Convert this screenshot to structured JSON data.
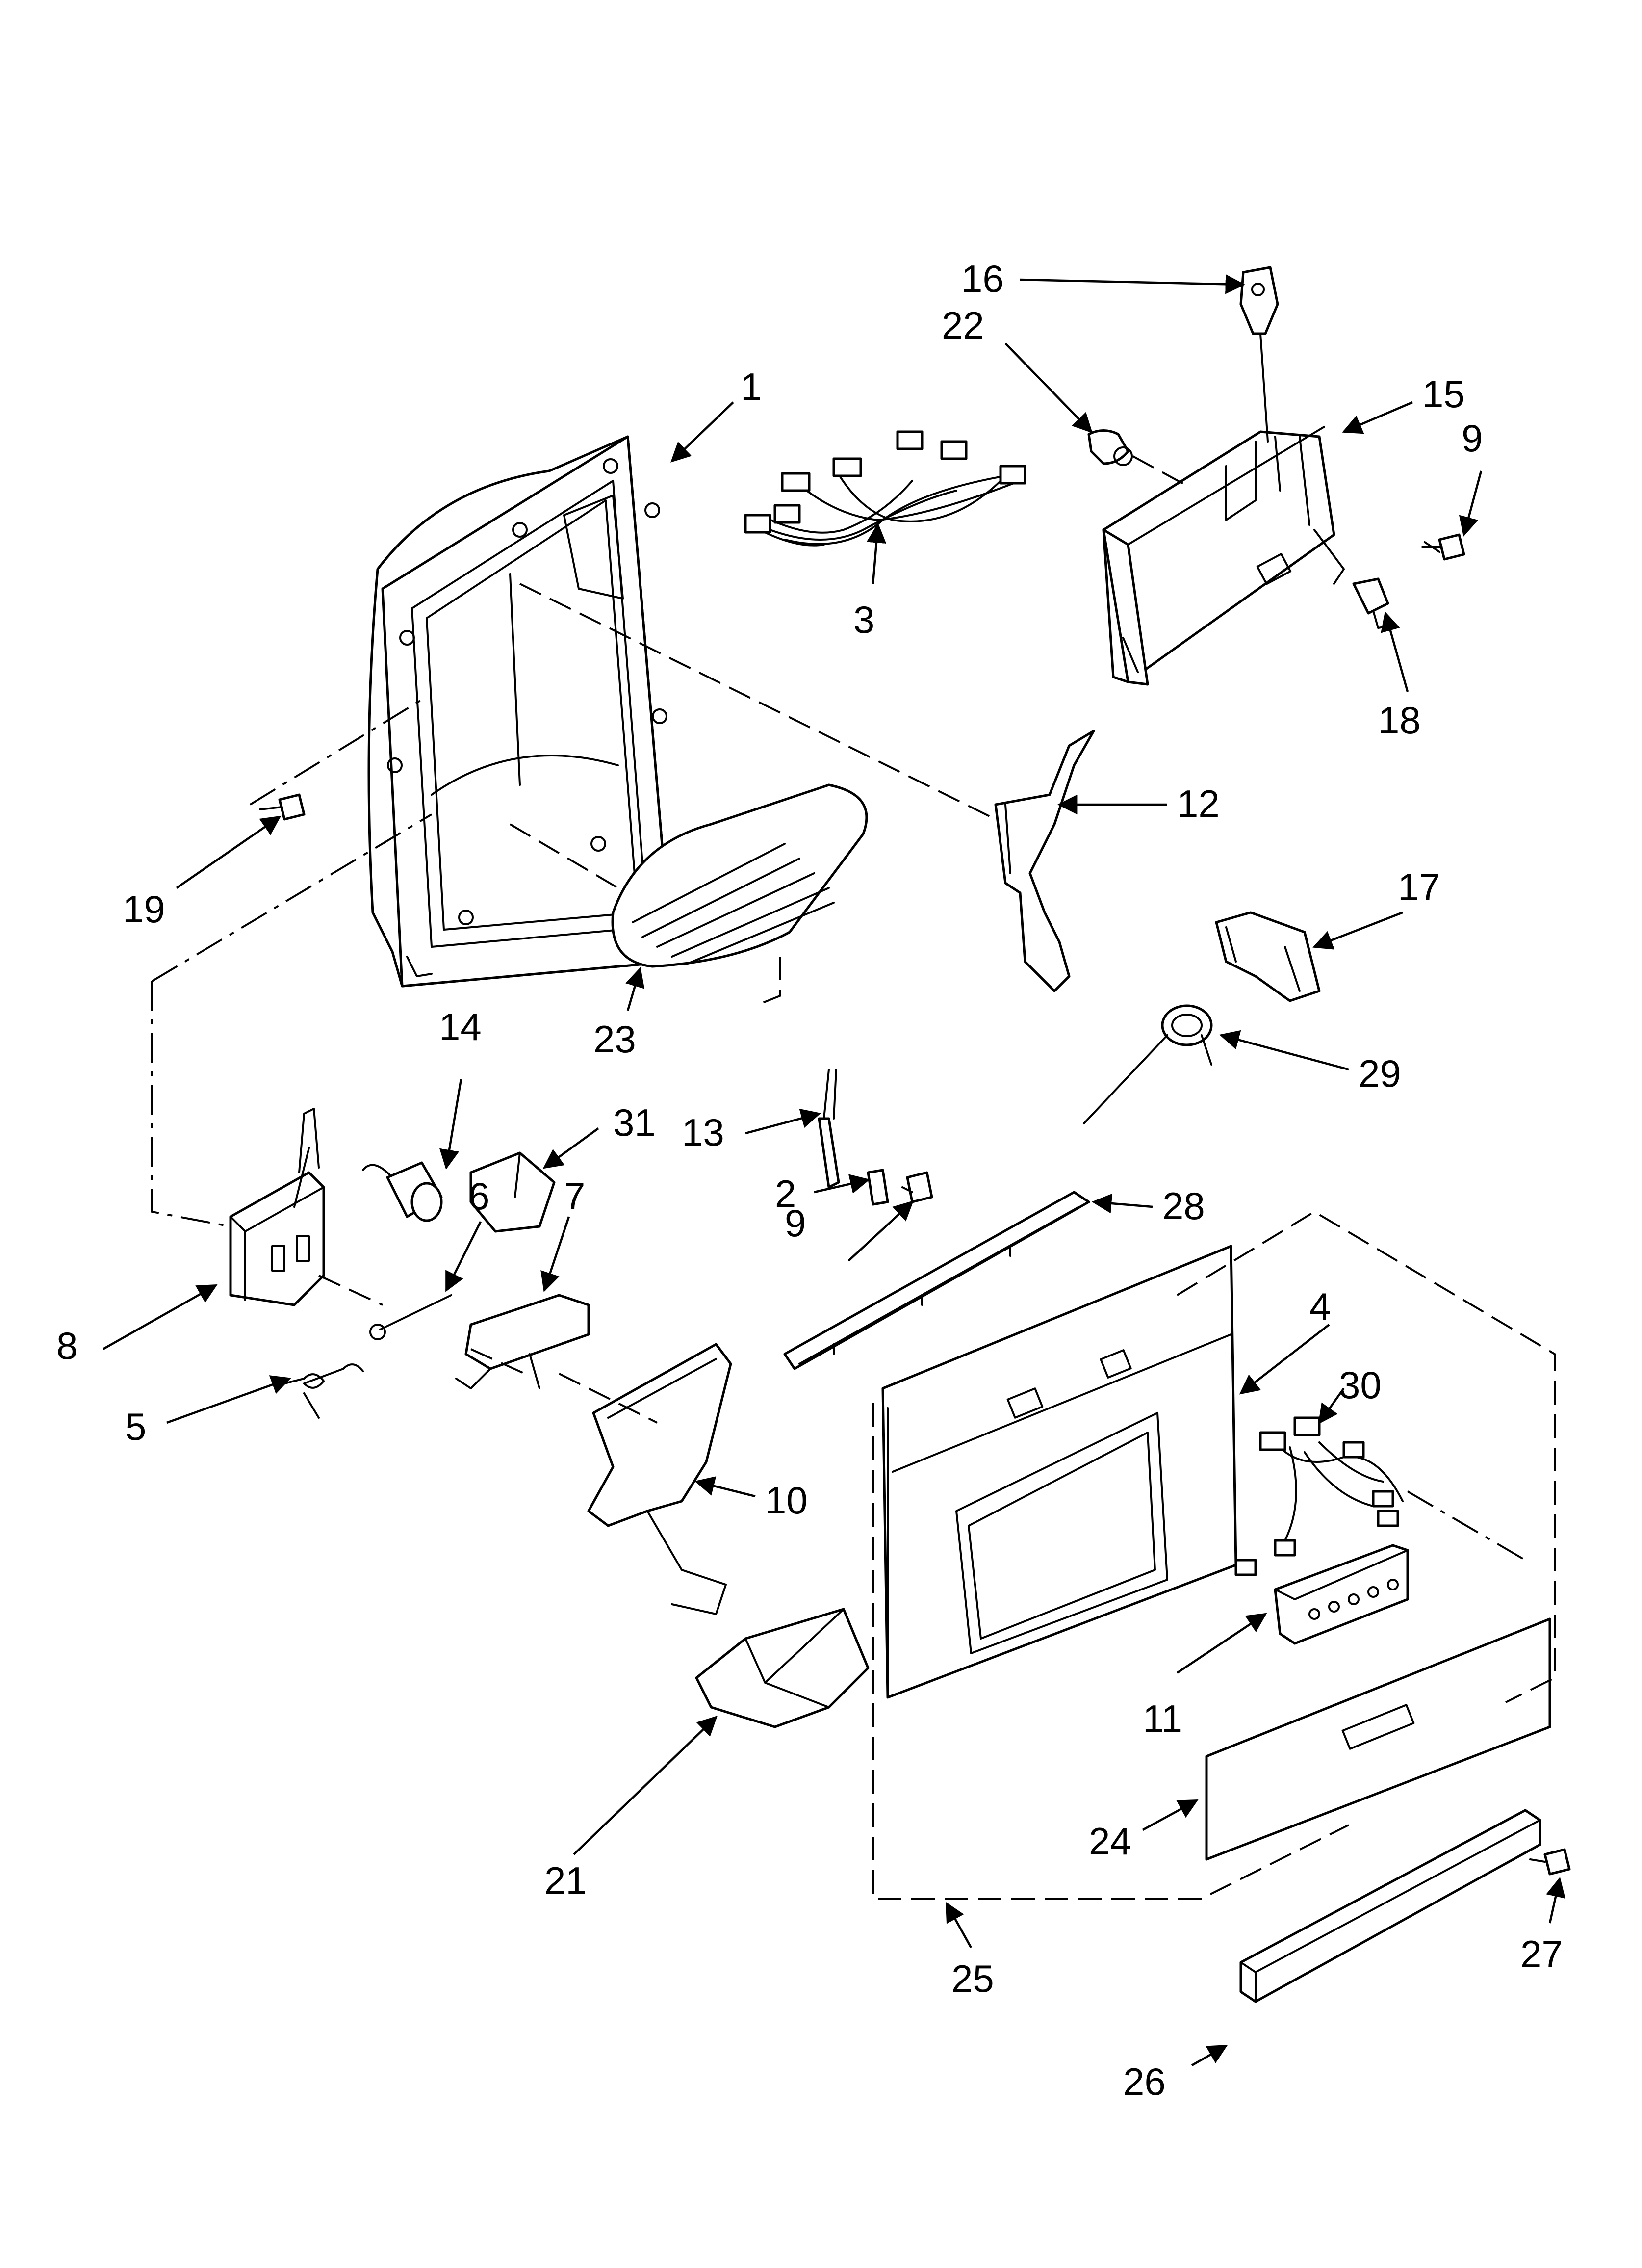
{
  "callouts": [
    {
      "id": "p1",
      "label": "1"
    },
    {
      "id": "p2",
      "label": "2"
    },
    {
      "id": "p3",
      "label": "3"
    },
    {
      "id": "p4",
      "label": "4"
    },
    {
      "id": "p5",
      "label": "5"
    },
    {
      "id": "p6",
      "label": "6"
    },
    {
      "id": "p7",
      "label": "7"
    },
    {
      "id": "p8",
      "label": "8"
    },
    {
      "id": "p9a",
      "label": "9"
    },
    {
      "id": "p9b",
      "label": "9"
    },
    {
      "id": "p10",
      "label": "10"
    },
    {
      "id": "p11",
      "label": "11"
    },
    {
      "id": "p12",
      "label": "12"
    },
    {
      "id": "p13",
      "label": "13"
    },
    {
      "id": "p14",
      "label": "14"
    },
    {
      "id": "p15",
      "label": "15"
    },
    {
      "id": "p16",
      "label": "16"
    },
    {
      "id": "p17",
      "label": "17"
    },
    {
      "id": "p18",
      "label": "18"
    },
    {
      "id": "p19",
      "label": "19"
    },
    {
      "id": "p21",
      "label": "21"
    },
    {
      "id": "p22",
      "label": "22"
    },
    {
      "id": "p23",
      "label": "23"
    },
    {
      "id": "p24",
      "label": "24"
    },
    {
      "id": "p25",
      "label": "25"
    },
    {
      "id": "p26",
      "label": "26"
    },
    {
      "id": "p27",
      "label": "27"
    },
    {
      "id": "p28",
      "label": "28"
    },
    {
      "id": "p29",
      "label": "29"
    },
    {
      "id": "p30",
      "label": "30"
    },
    {
      "id": "p31",
      "label": "31"
    }
  ]
}
